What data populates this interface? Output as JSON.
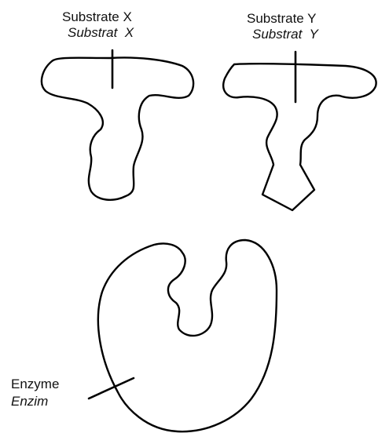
{
  "labels": {
    "substrate_x": {
      "en": "Substrate X",
      "ms": "Substrat  X"
    },
    "substrate_y": {
      "en": "Substrate Y",
      "ms": "Substrat  Y"
    },
    "enzyme": {
      "en": "Enzyme",
      "ms": "Enzim"
    }
  },
  "colors": {
    "line": "#000000",
    "text": "#111111",
    "background": "#ffffff"
  }
}
